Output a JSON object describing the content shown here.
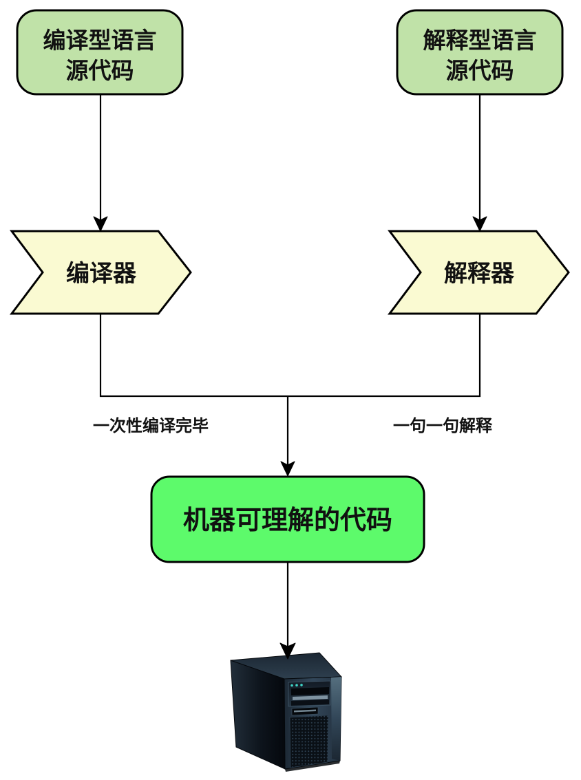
{
  "diagram": {
    "nodes": {
      "compiled_source": {
        "line1": "编译型语言",
        "line2": "源代码"
      },
      "interpreted_source": {
        "line1": "解释型语言",
        "line2": "源代码"
      },
      "compiler": {
        "label": "编译器"
      },
      "interpreter": {
        "label": "解释器"
      },
      "machine_code": {
        "label": "机器可理解的代码"
      }
    },
    "edge_labels": {
      "left": "一次性编译完毕",
      "right": "一句一句解释"
    },
    "colors": {
      "source_fill": "#c0e2a8",
      "process_fill": "#fafad2",
      "machine_fill": "#5dfa6b",
      "line": "#000000",
      "led": "#3fd6c8"
    },
    "icons": {
      "computer": "computer-tower-icon"
    }
  }
}
